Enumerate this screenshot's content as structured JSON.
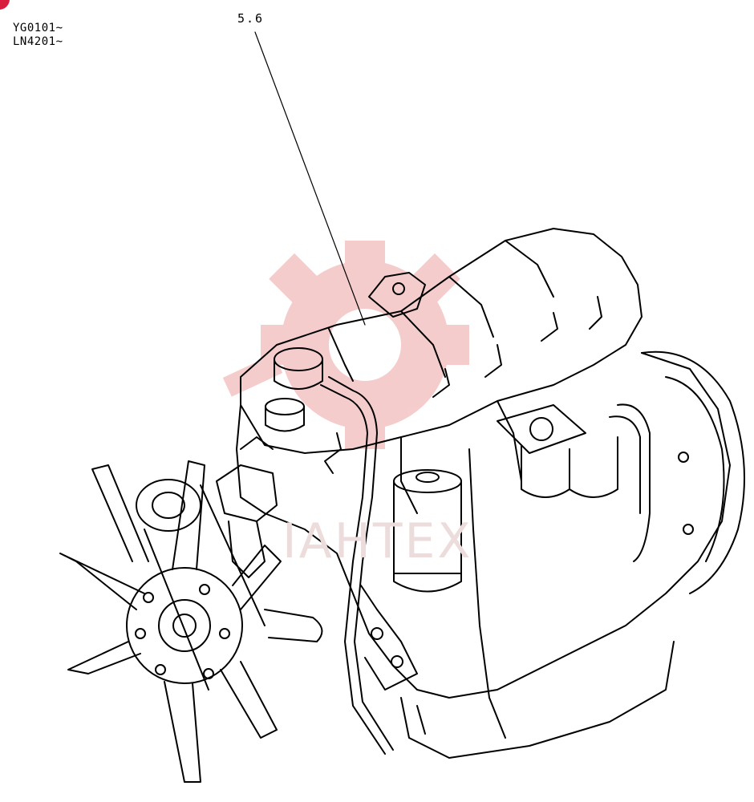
{
  "header": {
    "serial_ranges": [
      "YG0101~",
      "LN4201~"
    ]
  },
  "callouts": [
    {
      "label": "5.6",
      "target": "breather-hose"
    }
  ],
  "watermark": {
    "text": "IAHTEX"
  },
  "colors": {
    "corner_mark": "#d81e3c",
    "watermark": "#f4c4c4",
    "line_art": "#000000"
  }
}
